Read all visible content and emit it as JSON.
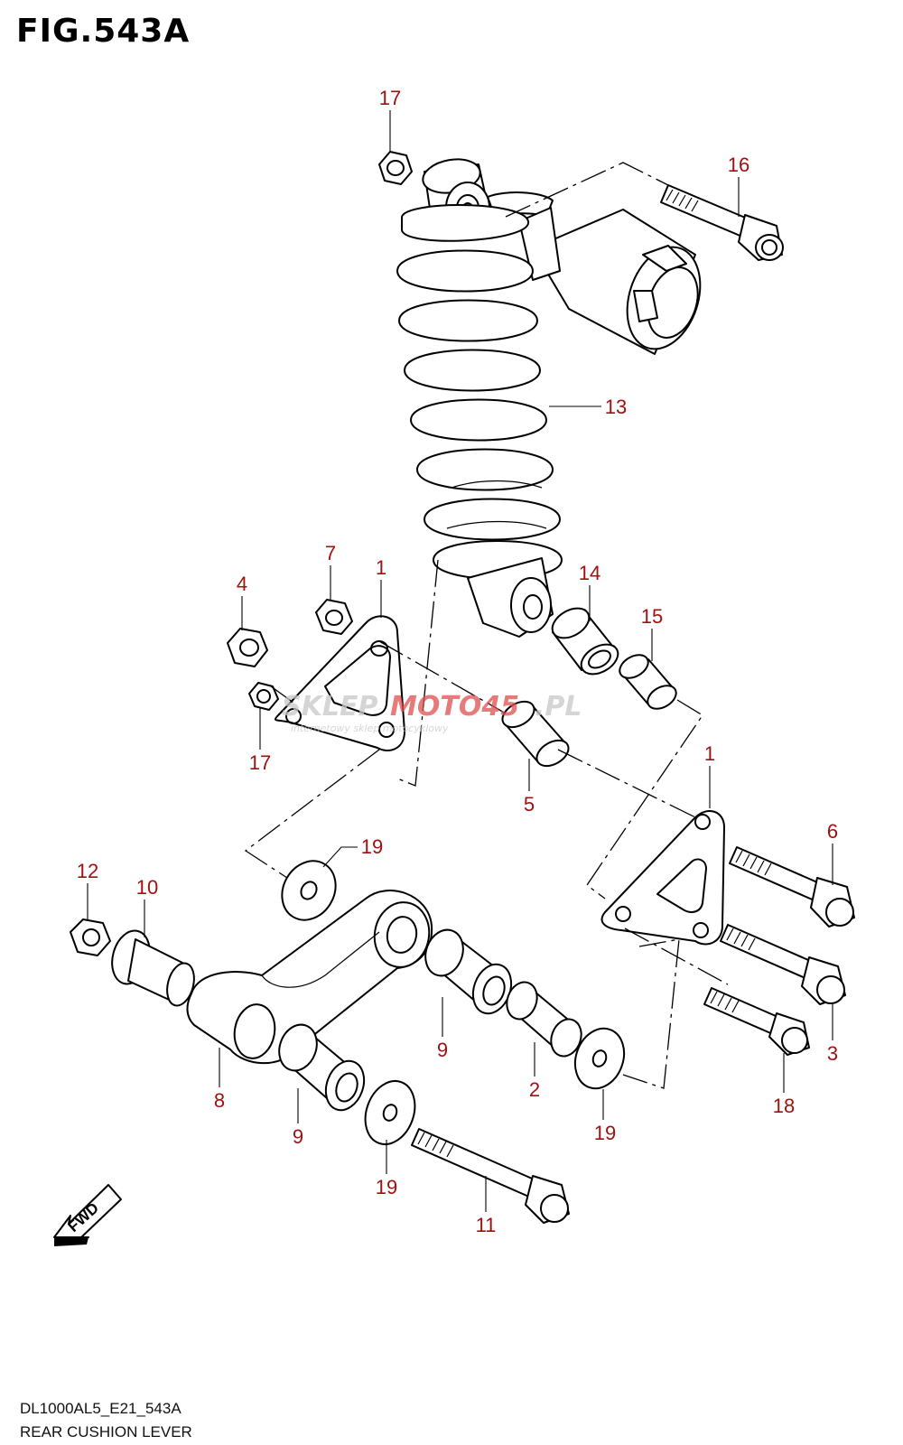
{
  "figure": {
    "title": "FIG.543A",
    "model_code": "DL1000AL5_E21_543A",
    "name": "REAR CUSHION LEVER"
  },
  "watermark": {
    "brand_grey": "SKLEP",
    "brand_red": "MOTO45",
    "brand_suffix": ".PL",
    "tagline": "internetowy sklep motocyklowy"
  },
  "direction_badge": "FWD",
  "callouts": [
    "17",
    "16",
    "13",
    "7",
    "1",
    "4",
    "14",
    "15",
    "17",
    "5",
    "1",
    "6",
    "12",
    "10",
    "19",
    "8",
    "9",
    "2",
    "9",
    "19",
    "3",
    "18",
    "11",
    "19"
  ],
  "colors": {
    "callout": "#a01010",
    "line": "#000000",
    "watermark_red": "#e05050",
    "watermark_grey": "#c8c8c8"
  }
}
